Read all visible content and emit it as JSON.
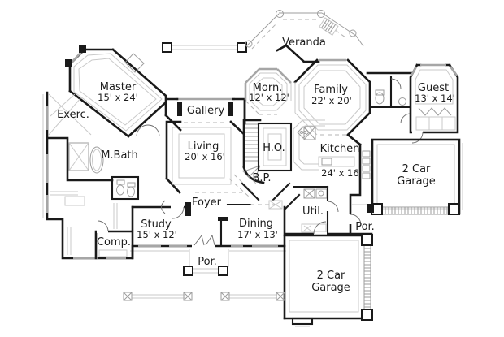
{
  "colors": {
    "background": "#ffffff",
    "wall": "#1a1a1a",
    "window_wall": "#a6a6a6",
    "detail_line": "#c9c9c9",
    "label_text": "#1c1c1c"
  },
  "rooms": {
    "veranda": {
      "label": "Veranda"
    },
    "master": {
      "label": "Master",
      "dims": "15' x 24'"
    },
    "exercise": {
      "label": "Exerc."
    },
    "master_bath": {
      "label": "M.Bath"
    },
    "gallery": {
      "label": "Gallery"
    },
    "living": {
      "label": "Living",
      "dims": "20' x 16'"
    },
    "morning": {
      "label": "Morn.",
      "dims": "12' x 12'"
    },
    "family": {
      "label": "Family",
      "dims": "22' x 20'"
    },
    "guest": {
      "label": "Guest",
      "dims": "13' x 14'"
    },
    "home_office": {
      "label": "H.O."
    },
    "kitchen": {
      "label": "Kitchen",
      "dims": "24' x 16'"
    },
    "butlers_pantry": {
      "label": "B.P."
    },
    "garage_right": {
      "line1": "2 Car",
      "line2": "Garage"
    },
    "foyer": {
      "label": "Foyer"
    },
    "utility": {
      "label": "Util."
    },
    "study": {
      "label": "Study",
      "dims": "15' x 12'"
    },
    "dining": {
      "label": "Dining",
      "dims": "17' x 13'"
    },
    "porch_rear": {
      "label": "Por."
    },
    "computer": {
      "label": "Comp."
    },
    "porch_front": {
      "label": "Por."
    },
    "garage_bottom": {
      "line1": "2 Car",
      "line2": "Garage"
    }
  }
}
